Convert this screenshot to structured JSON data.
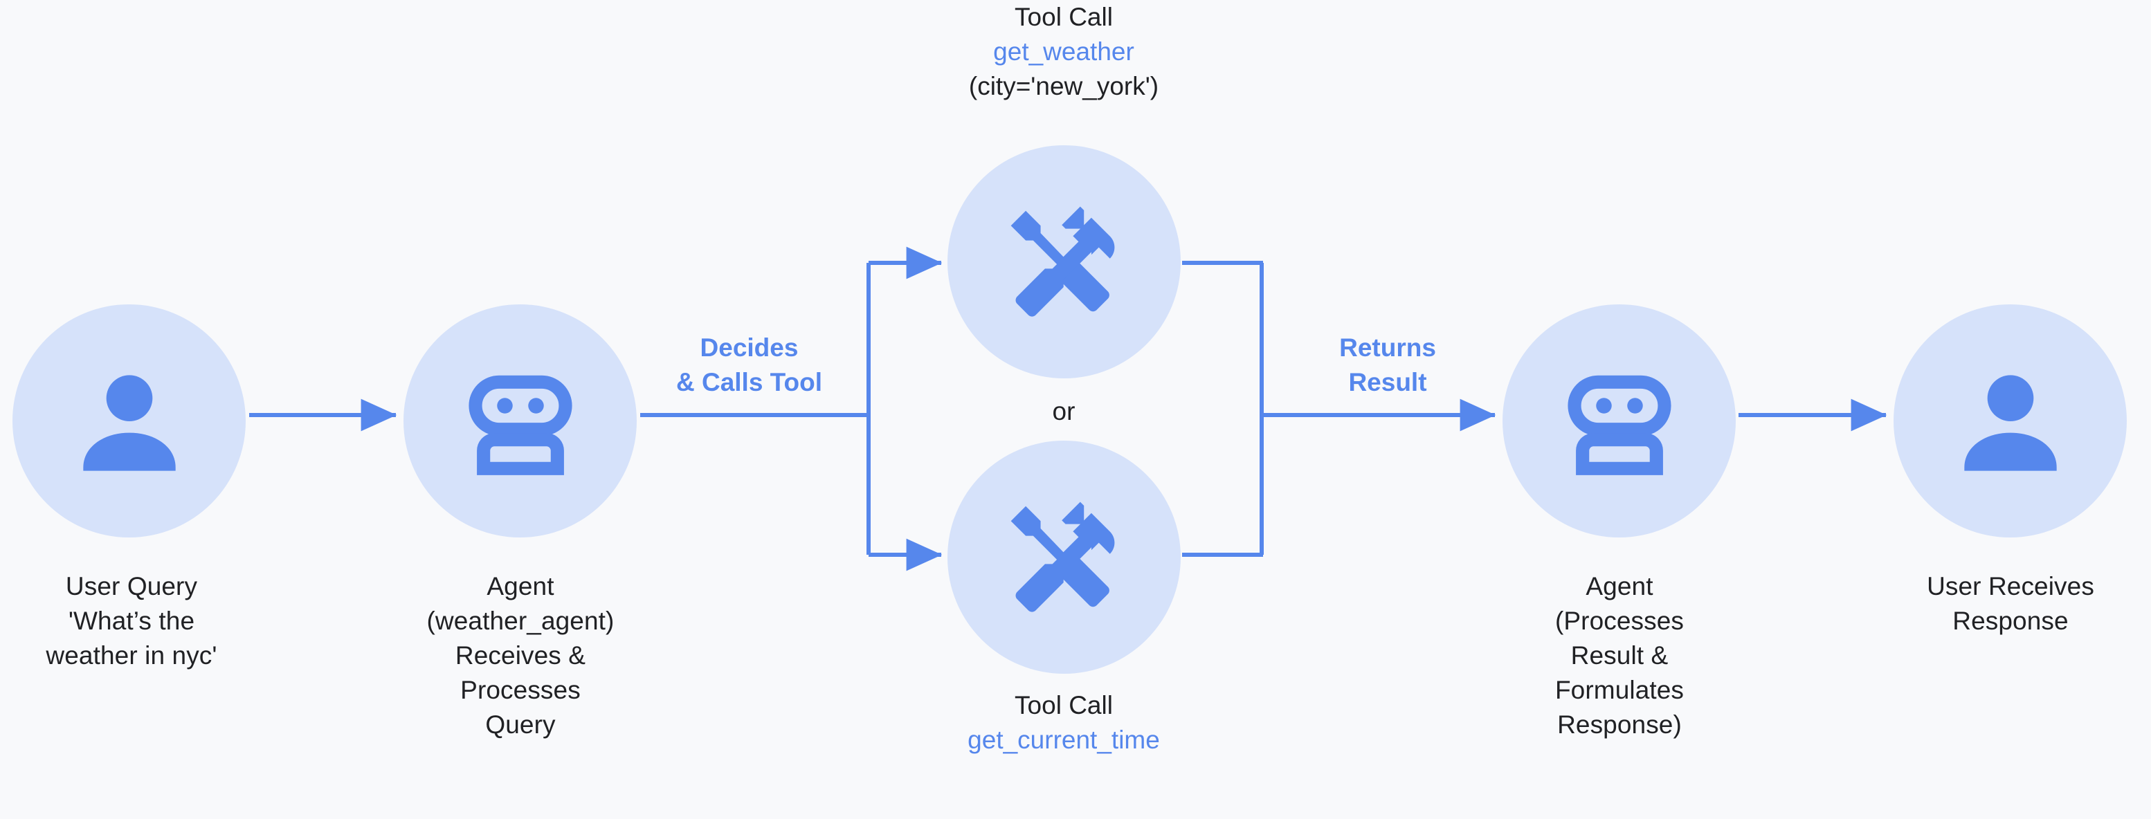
{
  "diagram": {
    "background_color": "#f8f9fb",
    "accent_color": "#5687ec",
    "circle_fill_color": "#d6e2fa",
    "text_color": "#202124",
    "or_label": "or",
    "nodes": [
      {
        "id": "user-query",
        "icon": "person-icon",
        "caption": "User Query\n'What’s the\nweather in nyc'"
      },
      {
        "id": "agent-receives",
        "icon": "robot-icon",
        "caption": "Agent\n(weather_agent)\nReceives &\nProcesses\nQuery"
      },
      {
        "id": "tool-weather",
        "icon": "tools-icon",
        "label_top": "Tool Call",
        "label_fn": "get_weather",
        "label_args": "(city='new_york')"
      },
      {
        "id": "tool-time",
        "icon": "tools-icon",
        "label_top": "Tool Call",
        "label_fn": "get_current_time"
      },
      {
        "id": "agent-formulates",
        "icon": "robot-icon",
        "caption": "Agent\n(Processes\nResult &\nFormulates\nResponse)"
      },
      {
        "id": "user-receives",
        "icon": "person-icon",
        "caption": "User Receives\nResponse"
      }
    ],
    "edges": [
      {
        "id": "user-to-agent",
        "label": ""
      },
      {
        "id": "agent-to-tools",
        "label": "Decides\n& Calls Tool"
      },
      {
        "id": "tools-to-agent",
        "label": "Returns\nResult"
      },
      {
        "id": "agent-to-user",
        "label": ""
      }
    ]
  }
}
